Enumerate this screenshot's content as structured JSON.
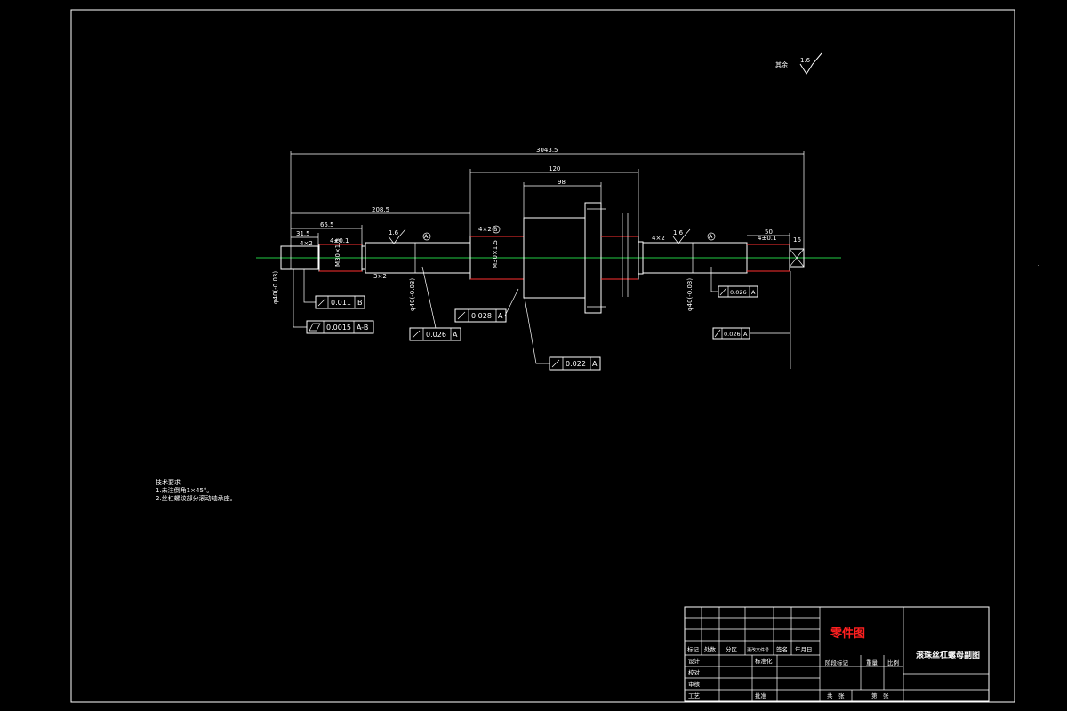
{
  "drawing": {
    "roughness_note": {
      "label": "其余",
      "value": "1.6"
    },
    "dimensions": {
      "overall": "3043.5",
      "left_segment": "208.5",
      "nut_length": "120",
      "flange_center": "98",
      "left_end": "65.5",
      "left_step": "31.5",
      "left_small": "4×2",
      "left_bearing": "4±0.1",
      "right_end": "50",
      "right_small": "4±0.1",
      "right_tiny": "16",
      "left_chamfer": "4×2",
      "right_chamfer": "4×2",
      "left_groove": "3×2",
      "left_dia_1": "φ40(-0.03)",
      "left_dia_2": "M30×1.5",
      "left_dia_3": "φ40(-0.03)",
      "nut_dia": "M30×1.5",
      "right_dia": "φ40(-0.03)"
    },
    "roughness_marks": [
      "1.6",
      "1.6"
    ],
    "datum_marks": [
      "A",
      "B",
      "A"
    ],
    "tolerances": [
      {
        "value": "0.011",
        "datum": "B"
      },
      {
        "value": "0.0015",
        "datum": "A-B"
      },
      {
        "value": "0.026",
        "datum": "A"
      },
      {
        "value": "0.028",
        "datum": "A"
      },
      {
        "value": "0.022",
        "datum": "A"
      },
      {
        "value": "0.026",
        "datum": "A"
      },
      {
        "value": "0.026",
        "datum": "A"
      }
    ],
    "tech_notes": {
      "title": "技术要求",
      "lines": [
        "1.未注倒角1×45°。",
        "2.丝杠螺纹部分滚动轴承座。"
      ]
    }
  },
  "title_block": {
    "part_label": "零件图",
    "drawing_title": "滚珠丝杠螺母副图",
    "header_cells": [
      "标记",
      "处数",
      "分区",
      "更改文件号",
      "签名",
      "年月日"
    ],
    "role_labels": [
      "设计",
      "校对",
      "审核",
      "工艺"
    ],
    "standard_label": "标准化",
    "approve_label": "批准",
    "stage_labels": [
      "阶段标记",
      "重量",
      "比例"
    ],
    "sheet_total": "共　张",
    "sheet_no": "第　张"
  },
  "colors": {
    "background": "#000000",
    "lines": "#ffffff",
    "centerline": "#22cc44",
    "highlight": "#ff3030"
  }
}
